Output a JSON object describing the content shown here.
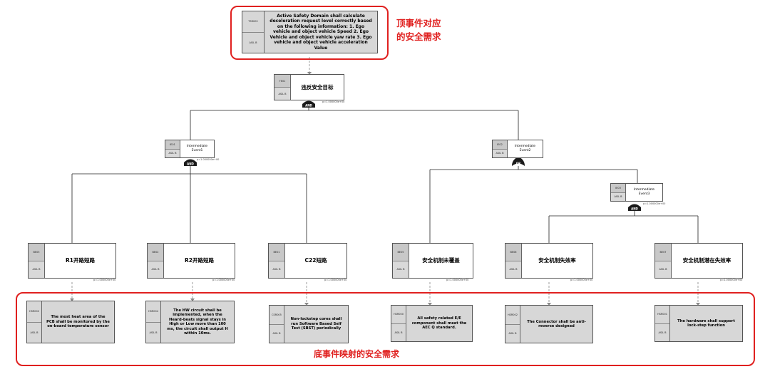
{
  "top_requirement": {
    "id": "TSR002",
    "asil": "ASIL B",
    "text": "Active Safety Domain shall calculate deceleration request level correctly based on the following information: 1. Ego vehicle and object vehicle Speed 2. Ego Vehicle and object vehicle yaw rate  3. Ego vehicle and object vehicle acceleration Value"
  },
  "annotation_top": "顶事件对应的安全需求",
  "annotation_bottom": "底事件映射的安全需求",
  "top_event": {
    "id": "TE01",
    "asil": "ASIL B",
    "label": "违反安全目标",
    "prob": "p=1.000000e+00",
    "gate": "AND"
  },
  "ie1": {
    "id": "IE01",
    "asil": "ASIL B",
    "label": "Intermediate Event1",
    "prob": "p=1.000000e+00",
    "gate": "AND"
  },
  "ie2": {
    "id": "IE02",
    "asil": "ASIL B",
    "label": "Intermediate Event2",
    "prob": "p=1.000000e+00",
    "gate": "OR"
  },
  "ie3": {
    "id": "IE03",
    "asil": "ASIL B",
    "label": "Intermediate Event3",
    "prob": "p=1.000000e+00",
    "gate": "AND"
  },
  "basic_events": [
    {
      "id": "BE03",
      "asil": "ASIL B",
      "label": "R1开路短路",
      "prob": "p=1.000000e+00"
    },
    {
      "id": "BE02",
      "asil": "ASIL B",
      "label": "R2开路短路",
      "prob": "p=1.000000e+00"
    },
    {
      "id": "BE01",
      "asil": "ASIL B",
      "label": "C22短路",
      "prob": "p=1.000000e+00"
    },
    {
      "id": "BE05",
      "asil": "ASIL B",
      "label": "安全机制未覆盖",
      "prob": "p=1.000000e+00"
    },
    {
      "id": "BE06",
      "asil": "ASIL B",
      "label": "安全机制失效率",
      "prob": "p=1.000000e+00"
    },
    {
      "id": "BE07",
      "asil": "ASIL B",
      "label": "安全机制潜在失效率",
      "prob": "p=1.000000e+00"
    }
  ],
  "requirements": [
    {
      "id": "HSR002",
      "asil": "ASIL B",
      "text": "The most heat area of the PCB shall be monitored by the on-board temperature sensor"
    },
    {
      "id": "HSR004",
      "asil": "ASIL B",
      "text": "The HW circuit shall be implemented, when the Heard-beats signal stays in High or Low more than 100 ms, the circuit shall output H within 10ms."
    },
    {
      "id": "CSR005",
      "asil": "ASIL B",
      "text": "Non-lockstep cores shall run Software Based Self Test (SBST) periodically"
    },
    {
      "id": "HSR000",
      "asil": "ASIL B",
      "text": "All safety related E/E component shall meet the AEC Q standard."
    },
    {
      "id": "HSR002",
      "asil": "ASIL B",
      "text": "The Connector shall be anti-reverse designed"
    },
    {
      "id": "HSR001",
      "asil": "ASIL B",
      "text": "The hardware shall support lock-step function"
    }
  ],
  "colors": {
    "annotation": "#e0201f",
    "gate": "#1a1a1a",
    "requirement_fill": "#d7d7d7"
  }
}
